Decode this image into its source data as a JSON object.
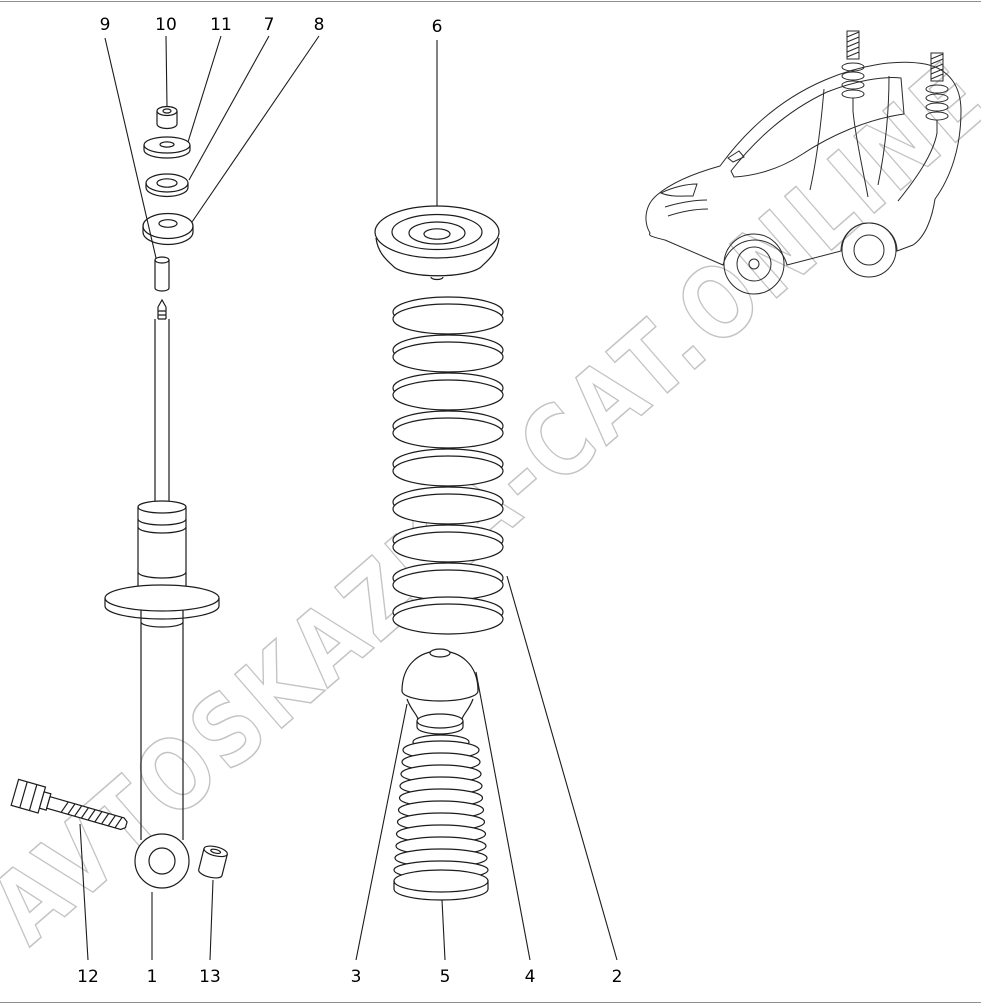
{
  "watermark": {
    "text": "AVTOSKAZKA-CAT.ONLINE"
  },
  "callouts": {
    "top": [
      {
        "label": "9"
      },
      {
        "label": "10"
      },
      {
        "label": "11"
      },
      {
        "label": "7"
      },
      {
        "label": "8"
      },
      {
        "label": "6"
      }
    ],
    "bottom": [
      {
        "label": "12"
      },
      {
        "label": "1"
      },
      {
        "label": "13"
      },
      {
        "label": "3"
      },
      {
        "label": "5"
      },
      {
        "label": "4"
      },
      {
        "label": "2"
      }
    ]
  }
}
